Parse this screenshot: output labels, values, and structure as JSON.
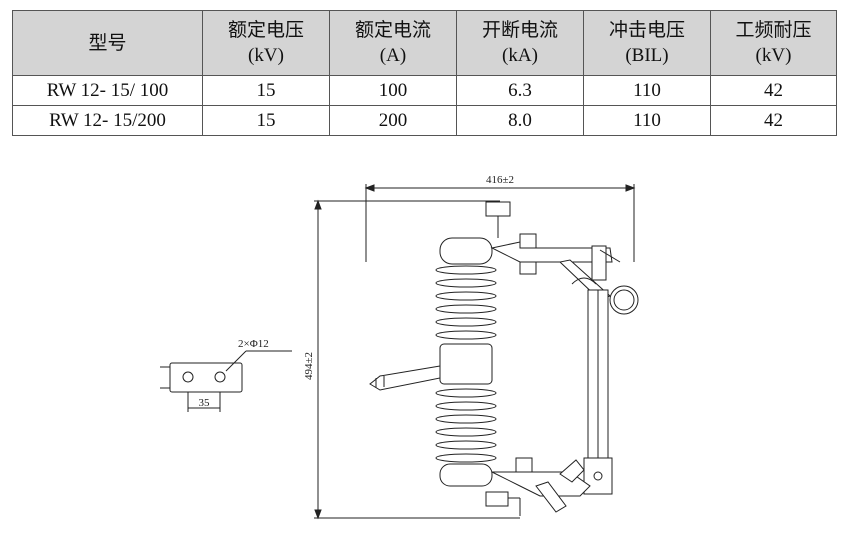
{
  "table": {
    "headers": [
      {
        "name": "型号",
        "unit": ""
      },
      {
        "name": "额定电压",
        "unit": "(kV)"
      },
      {
        "name": "额定电流",
        "unit": "(A)"
      },
      {
        "name": "开断电流",
        "unit": "(kA)"
      },
      {
        "name": "冲击电压",
        "unit": "(BIL)"
      },
      {
        "name": "工频耐压",
        "unit": "(kV)"
      }
    ],
    "rows": [
      [
        "RW 12- 15/ 100",
        "15",
        "100",
        "6.3",
        "110",
        "42"
      ],
      [
        "RW 12- 15/200",
        "15",
        "200",
        "8.0",
        "110",
        "42"
      ]
    ]
  },
  "drawing": {
    "width_dim": "416±2",
    "height_dim": "494±2",
    "hole_label": "2×Φ12",
    "hole_spacing": "35"
  }
}
